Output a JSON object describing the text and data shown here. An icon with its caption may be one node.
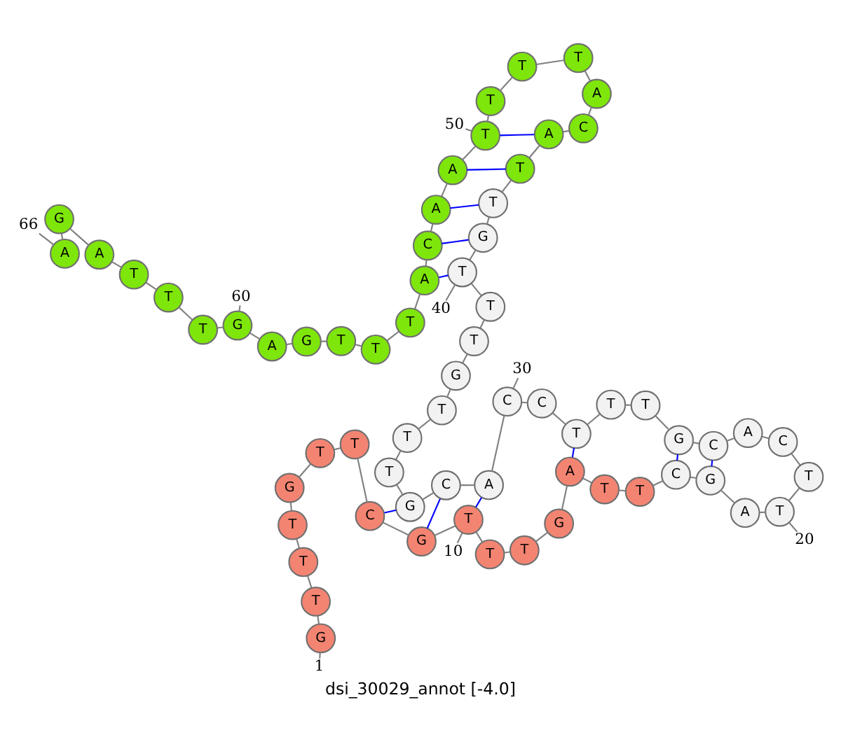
{
  "diagram": {
    "caption": "dsi_30029_annot [-4.0]",
    "nodes": [
      {
        "text": [
          "G"
        ]
      },
      {
        "text": [
          "T"
        ]
      },
      {
        "text": [
          "T"
        ]
      },
      {
        "text": [
          "T"
        ]
      },
      {
        "text": [
          "G"
        ]
      },
      {
        "text": [
          "T"
        ]
      },
      {
        "text": [
          "T"
        ]
      },
      {
        "text": [
          "C"
        ]
      },
      {
        "text": [
          "G"
        ]
      },
      {
        "text": [
          "T"
        ]
      },
      {
        "text": [
          "T"
        ]
      },
      {
        "text": [
          "T"
        ]
      },
      {
        "text": [
          "G"
        ]
      },
      {
        "text": [
          "A"
        ]
      },
      {
        "text": [
          "T"
        ]
      },
      {
        "text": [
          "T"
        ]
      },
      {
        "text": [
          "C"
        ]
      },
      {
        "text": [
          "G"
        ]
      },
      {
        "text": [
          "A"
        ]
      },
      {
        "text": [
          "T"
        ]
      },
      {
        "text": [
          "T"
        ]
      },
      {
        "text": [
          "C"
        ]
      },
      {
        "text": [
          "A"
        ]
      },
      {
        "text": [
          "C"
        ]
      },
      {
        "text": [
          "G"
        ]
      },
      {
        "text": [
          "T"
        ]
      },
      {
        "text": [
          "T"
        ]
      },
      {
        "text": [
          "T"
        ]
      },
      {
        "text": [
          "C"
        ]
      },
      {
        "text": [
          "C"
        ]
      },
      {
        "text": [
          "A"
        ]
      },
      {
        "text": [
          "C"
        ]
      },
      {
        "text": [
          "G"
        ]
      },
      {
        "text": [
          "T"
        ]
      },
      {
        "text": [
          "T"
        ]
      },
      {
        "text": [
          "T"
        ]
      },
      {
        "text": [
          "G"
        ]
      },
      {
        "text": [
          "T"
        ]
      },
      {
        "text": [
          "T"
        ]
      },
      {
        "text": [
          "T"
        ]
      },
      {
        "text": [
          "G"
        ]
      },
      {
        "text": [
          "T"
        ]
      },
      {
        "text": [
          "T"
        ]
      },
      {
        "text": [
          "A"
        ]
      },
      {
        "text": [
          "C"
        ]
      },
      {
        "text": [
          "A"
        ]
      },
      {
        "text": [
          "T"
        ]
      },
      {
        "text": [
          "T"
        ]
      },
      {
        "text": [
          "T"
        ]
      },
      {
        "text": [
          "T"
        ]
      },
      {
        "text": [
          "A"
        ]
      },
      {
        "text": [
          "A"
        ]
      },
      {
        "text": [
          "C"
        ]
      },
      {
        "text": [
          "A"
        ]
      },
      {
        "text": [
          "T"
        ]
      },
      {
        "text": [
          "T"
        ]
      },
      {
        "text": [
          "T"
        ]
      },
      {
        "text": [
          "G"
        ]
      },
      {
        "text": [
          "A"
        ]
      },
      {
        "text": [
          "G"
        ]
      },
      {
        "text": [
          "T"
        ]
      },
      {
        "text": [
          "T"
        ]
      },
      {
        "text": [
          "T"
        ]
      },
      {
        "text": [
          "A"
        ]
      },
      {
        "text": [
          "G"
        ]
      },
      {
        "text": [
          "A"
        ]
      },
      {
        "text": [
          "1"
        ]
      },
      {
        "text": [
          "10"
        ]
      },
      {
        "text": [
          "20"
        ]
      },
      {
        "text": [
          "30"
        ]
      },
      {
        "text": [
          "40"
        ]
      },
      {
        "text": [
          "50"
        ]
      },
      {
        "text": [
          "60"
        ]
      },
      {
        "text": [
          "66"
        ]
      }
    ],
    "edges": [
      {
        "from": 0,
        "to": 1,
        "arrow": "none"
      },
      {
        "from": 1,
        "to": 2,
        "arrow": "none"
      },
      {
        "from": 2,
        "to": 3,
        "arrow": "none"
      },
      {
        "from": 3,
        "to": 4,
        "arrow": "none"
      },
      {
        "from": 4,
        "to": 5,
        "arrow": "none"
      },
      {
        "from": 5,
        "to": 6,
        "arrow": "none"
      },
      {
        "from": 6,
        "to": 7,
        "arrow": "none"
      },
      {
        "from": 7,
        "to": 8,
        "arrow": "none"
      },
      {
        "from": 8,
        "to": 9,
        "arrow": "none"
      },
      {
        "from": 9,
        "to": 10,
        "arrow": "none"
      },
      {
        "from": 10,
        "to": 11,
        "arrow": "none"
      },
      {
        "from": 11,
        "to": 12,
        "arrow": "none"
      },
      {
        "from": 12,
        "to": 13,
        "arrow": "none"
      },
      {
        "from": 13,
        "to": 14,
        "arrow": "none"
      },
      {
        "from": 14,
        "to": 15,
        "arrow": "none"
      },
      {
        "from": 15,
        "to": 16,
        "arrow": "none"
      },
      {
        "from": 16,
        "to": 17,
        "arrow": "none"
      },
      {
        "from": 17,
        "to": 18,
        "arrow": "none"
      },
      {
        "from": 18,
        "to": 19,
        "arrow": "none"
      },
      {
        "from": 19,
        "to": 20,
        "arrow": "none"
      },
      {
        "from": 20,
        "to": 21,
        "arrow": "none"
      },
      {
        "from": 21,
        "to": 22,
        "arrow": "none"
      },
      {
        "from": 22,
        "to": 23,
        "arrow": "none"
      },
      {
        "from": 23,
        "to": 24,
        "arrow": "none"
      },
      {
        "from": 24,
        "to": 25,
        "arrow": "none"
      },
      {
        "from": 25,
        "to": 26,
        "arrow": "none"
      },
      {
        "from": 26,
        "to": 27,
        "arrow": "none"
      },
      {
        "from": 27,
        "to": 28,
        "arrow": "none"
      },
      {
        "from": 28,
        "to": 29,
        "arrow": "none"
      },
      {
        "from": 29,
        "to": 30,
        "arrow": "none"
      },
      {
        "from": 30,
        "to": 31,
        "arrow": "none"
      },
      {
        "from": 31,
        "to": 32,
        "arrow": "none"
      },
      {
        "from": 32,
        "to": 33,
        "arrow": "none"
      },
      {
        "from": 33,
        "to": 34,
        "arrow": "none"
      },
      {
        "from": 34,
        "to": 35,
        "arrow": "none"
      },
      {
        "from": 35,
        "to": 36,
        "arrow": "none"
      },
      {
        "from": 36,
        "to": 37,
        "arrow": "none"
      },
      {
        "from": 37,
        "to": 38,
        "arrow": "none"
      },
      {
        "from": 38,
        "to": 39,
        "arrow": "none"
      },
      {
        "from": 39,
        "to": 40,
        "arrow": "none"
      },
      {
        "from": 40,
        "to": 41,
        "arrow": "none"
      },
      {
        "from": 41,
        "to": 42,
        "arrow": "none"
      },
      {
        "from": 42,
        "to": 43,
        "arrow": "none"
      },
      {
        "from": 43,
        "to": 44,
        "arrow": "none"
      },
      {
        "from": 44,
        "to": 45,
        "arrow": "none"
      },
      {
        "from": 45,
        "to": 46,
        "arrow": "none"
      },
      {
        "from": 46,
        "to": 47,
        "arrow": "none"
      },
      {
        "from": 47,
        "to": 48,
        "arrow": "none"
      },
      {
        "from": 48,
        "to": 49,
        "arrow": "none"
      },
      {
        "from": 49,
        "to": 50,
        "arrow": "none"
      },
      {
        "from": 50,
        "to": 51,
        "arrow": "none"
      },
      {
        "from": 51,
        "to": 52,
        "arrow": "none"
      },
      {
        "from": 52,
        "to": 53,
        "arrow": "none"
      },
      {
        "from": 53,
        "to": 54,
        "arrow": "none"
      },
      {
        "from": 54,
        "to": 55,
        "arrow": "none"
      },
      {
        "from": 55,
        "to": 56,
        "arrow": "none"
      },
      {
        "from": 56,
        "to": 57,
        "arrow": "none"
      },
      {
        "from": 57,
        "to": 58,
        "arrow": "none"
      },
      {
        "from": 58,
        "to": 59,
        "arrow": "none"
      },
      {
        "from": 59,
        "to": 60,
        "arrow": "none"
      },
      {
        "from": 60,
        "to": 61,
        "arrow": "none"
      },
      {
        "from": 61,
        "to": 62,
        "arrow": "none"
      },
      {
        "from": 62,
        "to": 63,
        "arrow": "none"
      },
      {
        "from": 63,
        "to": 64,
        "arrow": "none"
      },
      {
        "from": 64,
        "to": 65,
        "arrow": "none"
      },
      {
        "from": 23,
        "to": 17,
        "arrow": "none",
        "color": "#0000ff"
      },
      {
        "from": 24,
        "to": 16,
        "arrow": "none",
        "color": "#0000ff"
      },
      {
        "from": 27,
        "to": 13,
        "arrow": "none",
        "color": "#0000ff"
      },
      {
        "from": 30,
        "to": 9,
        "arrow": "none",
        "color": "#0000ff"
      },
      {
        "from": 31,
        "to": 8,
        "arrow": "none",
        "color": "#0000ff"
      },
      {
        "from": 32,
        "to": 7,
        "arrow": "none",
        "color": "#0000ff"
      },
      {
        "from": 39,
        "to": 53,
        "arrow": "none",
        "color": "#0000ff"
      },
      {
        "from": 40,
        "to": 52,
        "arrow": "none",
        "color": "#0000ff"
      },
      {
        "from": 41,
        "to": 51,
        "arrow": "none",
        "color": "#0000ff"
      },
      {
        "from": 42,
        "to": 50,
        "arrow": "none",
        "color": "#0000ff"
      },
      {
        "from": 43,
        "to": 49,
        "arrow": "none",
        "color": "#0000ff"
      },
      {
        "from": 66,
        "to": 0,
        "arrow": "none"
      },
      {
        "from": 67,
        "to": 9,
        "arrow": "none"
      },
      {
        "from": 68,
        "to": 19,
        "arrow": "none"
      },
      {
        "from": 69,
        "to": 29,
        "arrow": "none"
      },
      {
        "from": 70,
        "to": 39,
        "arrow": "none"
      },
      {
        "from": 71,
        "to": 49,
        "arrow": "none"
      },
      {
        "from": 72,
        "to": 59,
        "arrow": "none"
      },
      {
        "from": 73,
        "to": 65,
        "arrow": "none"
      }
    ]
  }
}
